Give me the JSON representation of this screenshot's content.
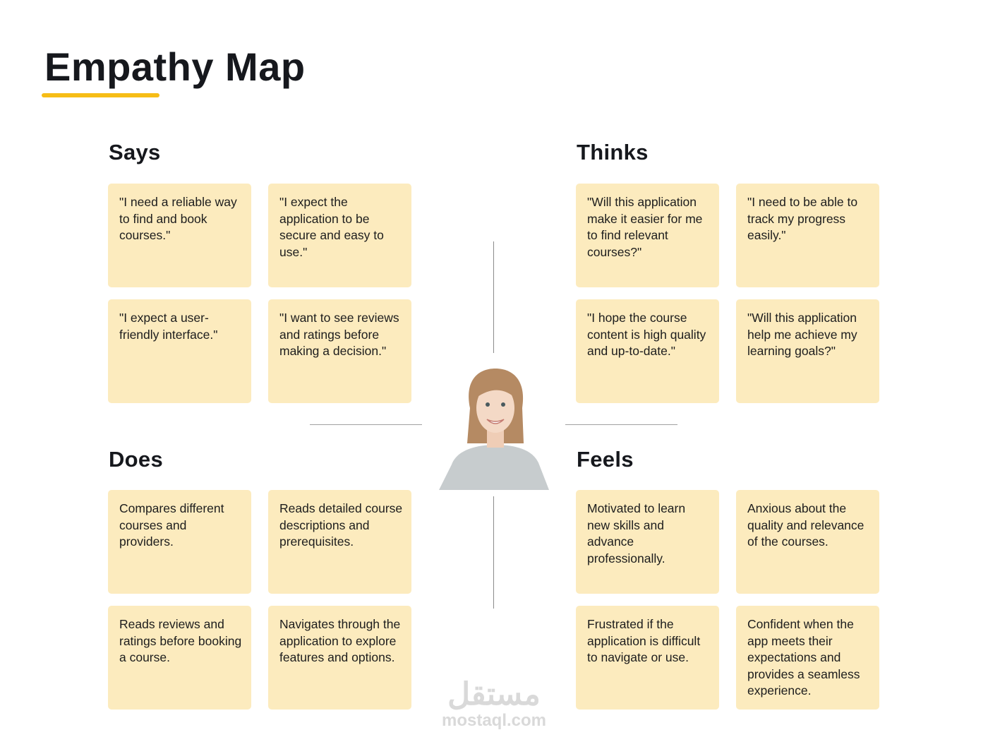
{
  "title": "Empathy Map",
  "colors": {
    "accent": "#f6bd16",
    "card": "#fcebbe",
    "text": "#16181d"
  },
  "sections": {
    "says": {
      "label": "Says",
      "cards": [
        "\"I need a reliable way to find and book courses.\"",
        "\"I expect the application to be secure and easy to use.\"",
        "\"I expect a user-friendly interface.\"",
        "\"I want to see reviews and ratings before making a decision.\""
      ]
    },
    "thinks": {
      "label": "Thinks",
      "cards": [
        "\"Will this application make it easier for me to find relevant courses?\"",
        "\"I need to be able to track my progress easily.\"",
        "\"I hope the course content is high quality and up-to-date.\"",
        "\"Will this application help me achieve my learning goals?\""
      ]
    },
    "does": {
      "label": "Does",
      "cards": [
        "Compares different courses and providers.",
        "Reads detailed course descriptions and prerequisites.",
        "Reads reviews and ratings before booking a course.",
        "Navigates through the application to explore features and options."
      ]
    },
    "feels": {
      "label": "Feels",
      "cards": [
        "Motivated to learn new skills and advance professionally.",
        "Anxious about the quality and relevance of the courses.",
        "Frustrated if the application is difficult to navigate or use.",
        "Confident when the app meets their expectations and provides a seamless experience."
      ]
    }
  },
  "watermark": {
    "arabic": "مستقل",
    "latin": "mostaql.com"
  }
}
